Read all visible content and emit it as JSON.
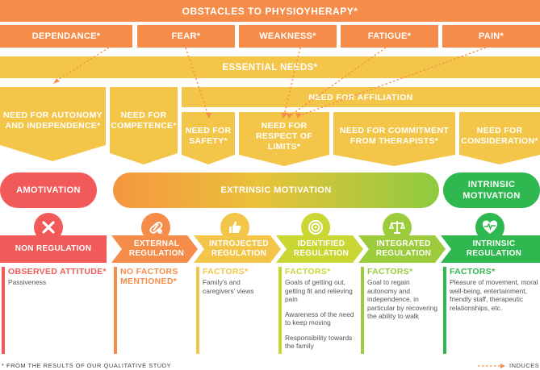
{
  "title": "OBSTACLES TO PHYSIOYHERAPY*",
  "obstacles": [
    "DEPENDANCE*",
    "FEAR*",
    "WEAKNESS*",
    "FATIGUE*",
    "PAIN*"
  ],
  "essential_needs": "ESSENTIAL NEEDS*",
  "need_affiliation": "NEED FOR AFFILIATION",
  "needs": {
    "autonomy": "NEED FOR AUTONOMY AND INDEPENDENCE*",
    "competence": "NEED FOR COMPETENCE*",
    "safety": "NEED FOR SAFETY*",
    "respect": "NEED FOR RESPECT OF LIMITS*",
    "commitment": "NEED FOR COMMITMENT FROM THERAPISTS*",
    "consideration": "NEED FOR CONSIDERATION*"
  },
  "motivation": {
    "amotivation": "AMOTIVATION",
    "extrinsic": "EXTRINSIC MOTIVATION",
    "intrinsic": "INTRINSIC MOTIVATION"
  },
  "stages": {
    "non": "NON REGULATION",
    "external": "EXTERNAL REGULATION",
    "introjected": "INTROJECTED REGULATION",
    "identified": "IDENTIFIED REGULATION",
    "integrated": "INTEGRATED REGULATION",
    "intrinsic": "INTRINSIC REGULATION"
  },
  "columns": {
    "non": {
      "head": "OBSERVED ATTITUDE*",
      "text": [
        "Passiveness"
      ]
    },
    "external": {
      "head": "NO FACTORS MENTIONED*",
      "text": []
    },
    "introjected": {
      "head": "FACTORS*",
      "text": [
        "Family's and caregivers' views"
      ]
    },
    "identified": {
      "head": "FACTORS*",
      "text": [
        "Goals of getting out, getting fit and relieving pain",
        "Awareness of the need to keep moving",
        "Responsibility towards the family"
      ]
    },
    "integrated": {
      "head": "FACTORS*",
      "text": [
        "Goal to regain autonomy and independence, in particular by recovering the ability to walk"
      ]
    },
    "intrinsic": {
      "head": "FACTORS*",
      "text": [
        "Pleasure of movement, moral well-being, entertainment, friendly staff, therapeutic relationships, etc."
      ]
    }
  },
  "footer": {
    "note": "* FROM THE RESULTS OF OUR QUALITATIVE STUDY",
    "legend": "INDUCES"
  },
  "colors": {
    "orange": "#f58c4a",
    "yellow": "#f3c64a",
    "red": "#f25a5a",
    "green": "#2eb84f",
    "lime": "#9ccc3c",
    "olive": "#c9d634"
  }
}
